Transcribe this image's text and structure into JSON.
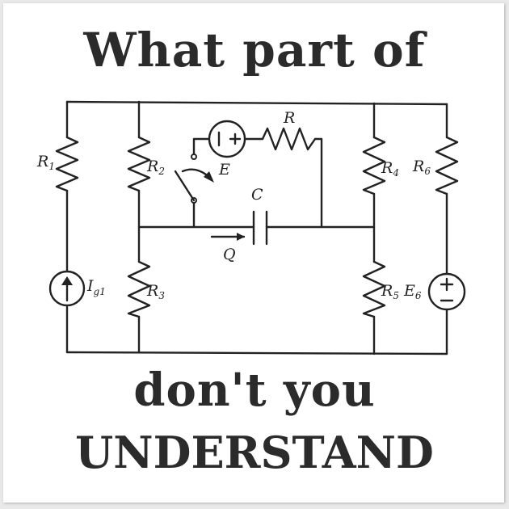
{
  "headline": {
    "line1": "What part of",
    "line2": "don't you",
    "line3": "UNDERSTAND"
  },
  "circuit": {
    "labels": {
      "r1": {
        "main": "R",
        "sub": "1"
      },
      "r2": {
        "main": "R",
        "sub": "2"
      },
      "r3": {
        "main": "R",
        "sub": "3"
      },
      "r4": {
        "main": "R",
        "sub": "4"
      },
      "r5": {
        "main": "R",
        "sub": "5"
      },
      "r6": {
        "main": "R",
        "sub": "6"
      },
      "e6": {
        "main": "E",
        "sub": "6"
      },
      "ig1": {
        "main": "I",
        "sub": "g1"
      },
      "r": "R",
      "e": "E",
      "c": "C",
      "q": "Q"
    },
    "symbols": {
      "source_minus": "−",
      "source_plus": "+"
    }
  },
  "colors": {
    "ink": "#222222",
    "headline": "#2b2b2b",
    "poster_bg": "#ffffff",
    "page_bg": "#e9e9e9"
  }
}
